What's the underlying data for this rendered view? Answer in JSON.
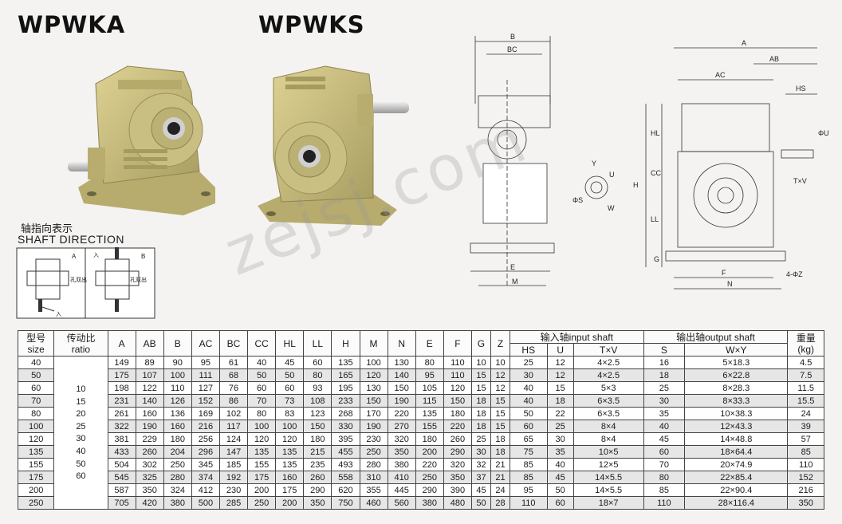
{
  "titles": {
    "left": "WPWKA",
    "right": "WPWKS"
  },
  "shaft_direction": {
    "label_cn": "轴指向表示",
    "label_en": "SHAFT DIRECTION",
    "a": "A",
    "b": "B",
    "in1": "入",
    "in2": "入",
    "out1": "孔双出",
    "out2": "孔双出"
  },
  "drawing_labels": {
    "b": "B",
    "bc": "BC",
    "e": "E",
    "m": "M",
    "y": "Y",
    "u": "U",
    "s": "ΦS",
    "w": "W",
    "a": "A",
    "ab": "AB",
    "ac": "AC",
    "hs": "HS",
    "hl": "HL",
    "cc": "CC",
    "h": "H",
    "ll": "LL",
    "g": "G",
    "f": "F",
    "n": "N",
    "z": "4-ΦZ",
    "txv": "T×V",
    "du": "ΦU"
  },
  "watermark": "zejsj.com",
  "table": {
    "head": {
      "model": [
        "型号",
        "size"
      ],
      "ratio": [
        "传动比",
        "ratio"
      ],
      "cols": [
        "A",
        "AB",
        "B",
        "AC",
        "BC",
        "CC",
        "HL",
        "LL",
        "H",
        "M",
        "N",
        "E",
        "F",
        "G",
        "Z"
      ],
      "input_group": "输入轴input shaft",
      "input_cols": [
        "HS",
        "U",
        "T×V"
      ],
      "output_group": "输出轴output shaft",
      "output_cols": [
        "S",
        "W×Y"
      ],
      "weight": [
        "重量",
        "(kg)"
      ]
    },
    "ratios": [
      "10",
      "15",
      "20",
      "25",
      "30",
      "40",
      "50",
      "60"
    ],
    "rows": [
      [
        "40",
        "149",
        "89",
        "90",
        "95",
        "61",
        "40",
        "45",
        "60",
        "135",
        "100",
        "130",
        "80",
        "110",
        "10",
        "10",
        "25",
        "12",
        "4×2.5",
        "16",
        "5×18.3",
        "4.5"
      ],
      [
        "50",
        "175",
        "107",
        "100",
        "111",
        "68",
        "50",
        "50",
        "80",
        "165",
        "120",
        "140",
        "95",
        "110",
        "15",
        "12",
        "30",
        "12",
        "4×2.5",
        "18",
        "6×22.8",
        "7.5"
      ],
      [
        "60",
        "198",
        "122",
        "110",
        "127",
        "76",
        "60",
        "60",
        "93",
        "195",
        "130",
        "150",
        "105",
        "120",
        "15",
        "12",
        "40",
        "15",
        "5×3",
        "25",
        "8×28.3",
        "11.5"
      ],
      [
        "70",
        "231",
        "140",
        "126",
        "152",
        "86",
        "70",
        "73",
        "108",
        "233",
        "150",
        "190",
        "115",
        "150",
        "18",
        "15",
        "40",
        "18",
        "6×3.5",
        "30",
        "8×33.3",
        "15.5"
      ],
      [
        "80",
        "261",
        "160",
        "136",
        "169",
        "102",
        "80",
        "83",
        "123",
        "268",
        "170",
        "220",
        "135",
        "180",
        "18",
        "15",
        "50",
        "22",
        "6×3.5",
        "35",
        "10×38.3",
        "24"
      ],
      [
        "100",
        "322",
        "190",
        "160",
        "216",
        "117",
        "100",
        "100",
        "150",
        "330",
        "190",
        "270",
        "155",
        "220",
        "18",
        "15",
        "60",
        "25",
        "8×4",
        "40",
        "12×43.3",
        "39"
      ],
      [
        "120",
        "381",
        "229",
        "180",
        "256",
        "124",
        "120",
        "120",
        "180",
        "395",
        "230",
        "320",
        "180",
        "260",
        "25",
        "18",
        "65",
        "30",
        "8×4",
        "45",
        "14×48.8",
        "57"
      ],
      [
        "135",
        "433",
        "260",
        "204",
        "296",
        "147",
        "135",
        "135",
        "215",
        "455",
        "250",
        "350",
        "200",
        "290",
        "30",
        "18",
        "75",
        "35",
        "10×5",
        "60",
        "18×64.4",
        "85"
      ],
      [
        "155",
        "504",
        "302",
        "250",
        "345",
        "185",
        "155",
        "135",
        "235",
        "493",
        "280",
        "380",
        "220",
        "320",
        "32",
        "21",
        "85",
        "40",
        "12×5",
        "70",
        "20×74.9",
        "110"
      ],
      [
        "175",
        "545",
        "325",
        "280",
        "374",
        "192",
        "175",
        "160",
        "260",
        "558",
        "310",
        "410",
        "250",
        "350",
        "37",
        "21",
        "85",
        "45",
        "14×5.5",
        "80",
        "22×85.4",
        "152"
      ],
      [
        "200",
        "587",
        "350",
        "324",
        "412",
        "230",
        "200",
        "175",
        "290",
        "620",
        "355",
        "445",
        "290",
        "390",
        "45",
        "24",
        "95",
        "50",
        "14×5.5",
        "85",
        "22×90.4",
        "216"
      ],
      [
        "250",
        "705",
        "420",
        "380",
        "500",
        "285",
        "250",
        "200",
        "350",
        "750",
        "460",
        "560",
        "380",
        "480",
        "50",
        "28",
        "110",
        "60",
        "18×7",
        "110",
        "28×116.4",
        "350"
      ]
    ]
  },
  "colors": {
    "housing": "#c8bc7c",
    "housing_dark": "#8f8654",
    "shaft": "#c9c9c9",
    "line": "#333333",
    "row_alt": "#e6e6e6"
  }
}
